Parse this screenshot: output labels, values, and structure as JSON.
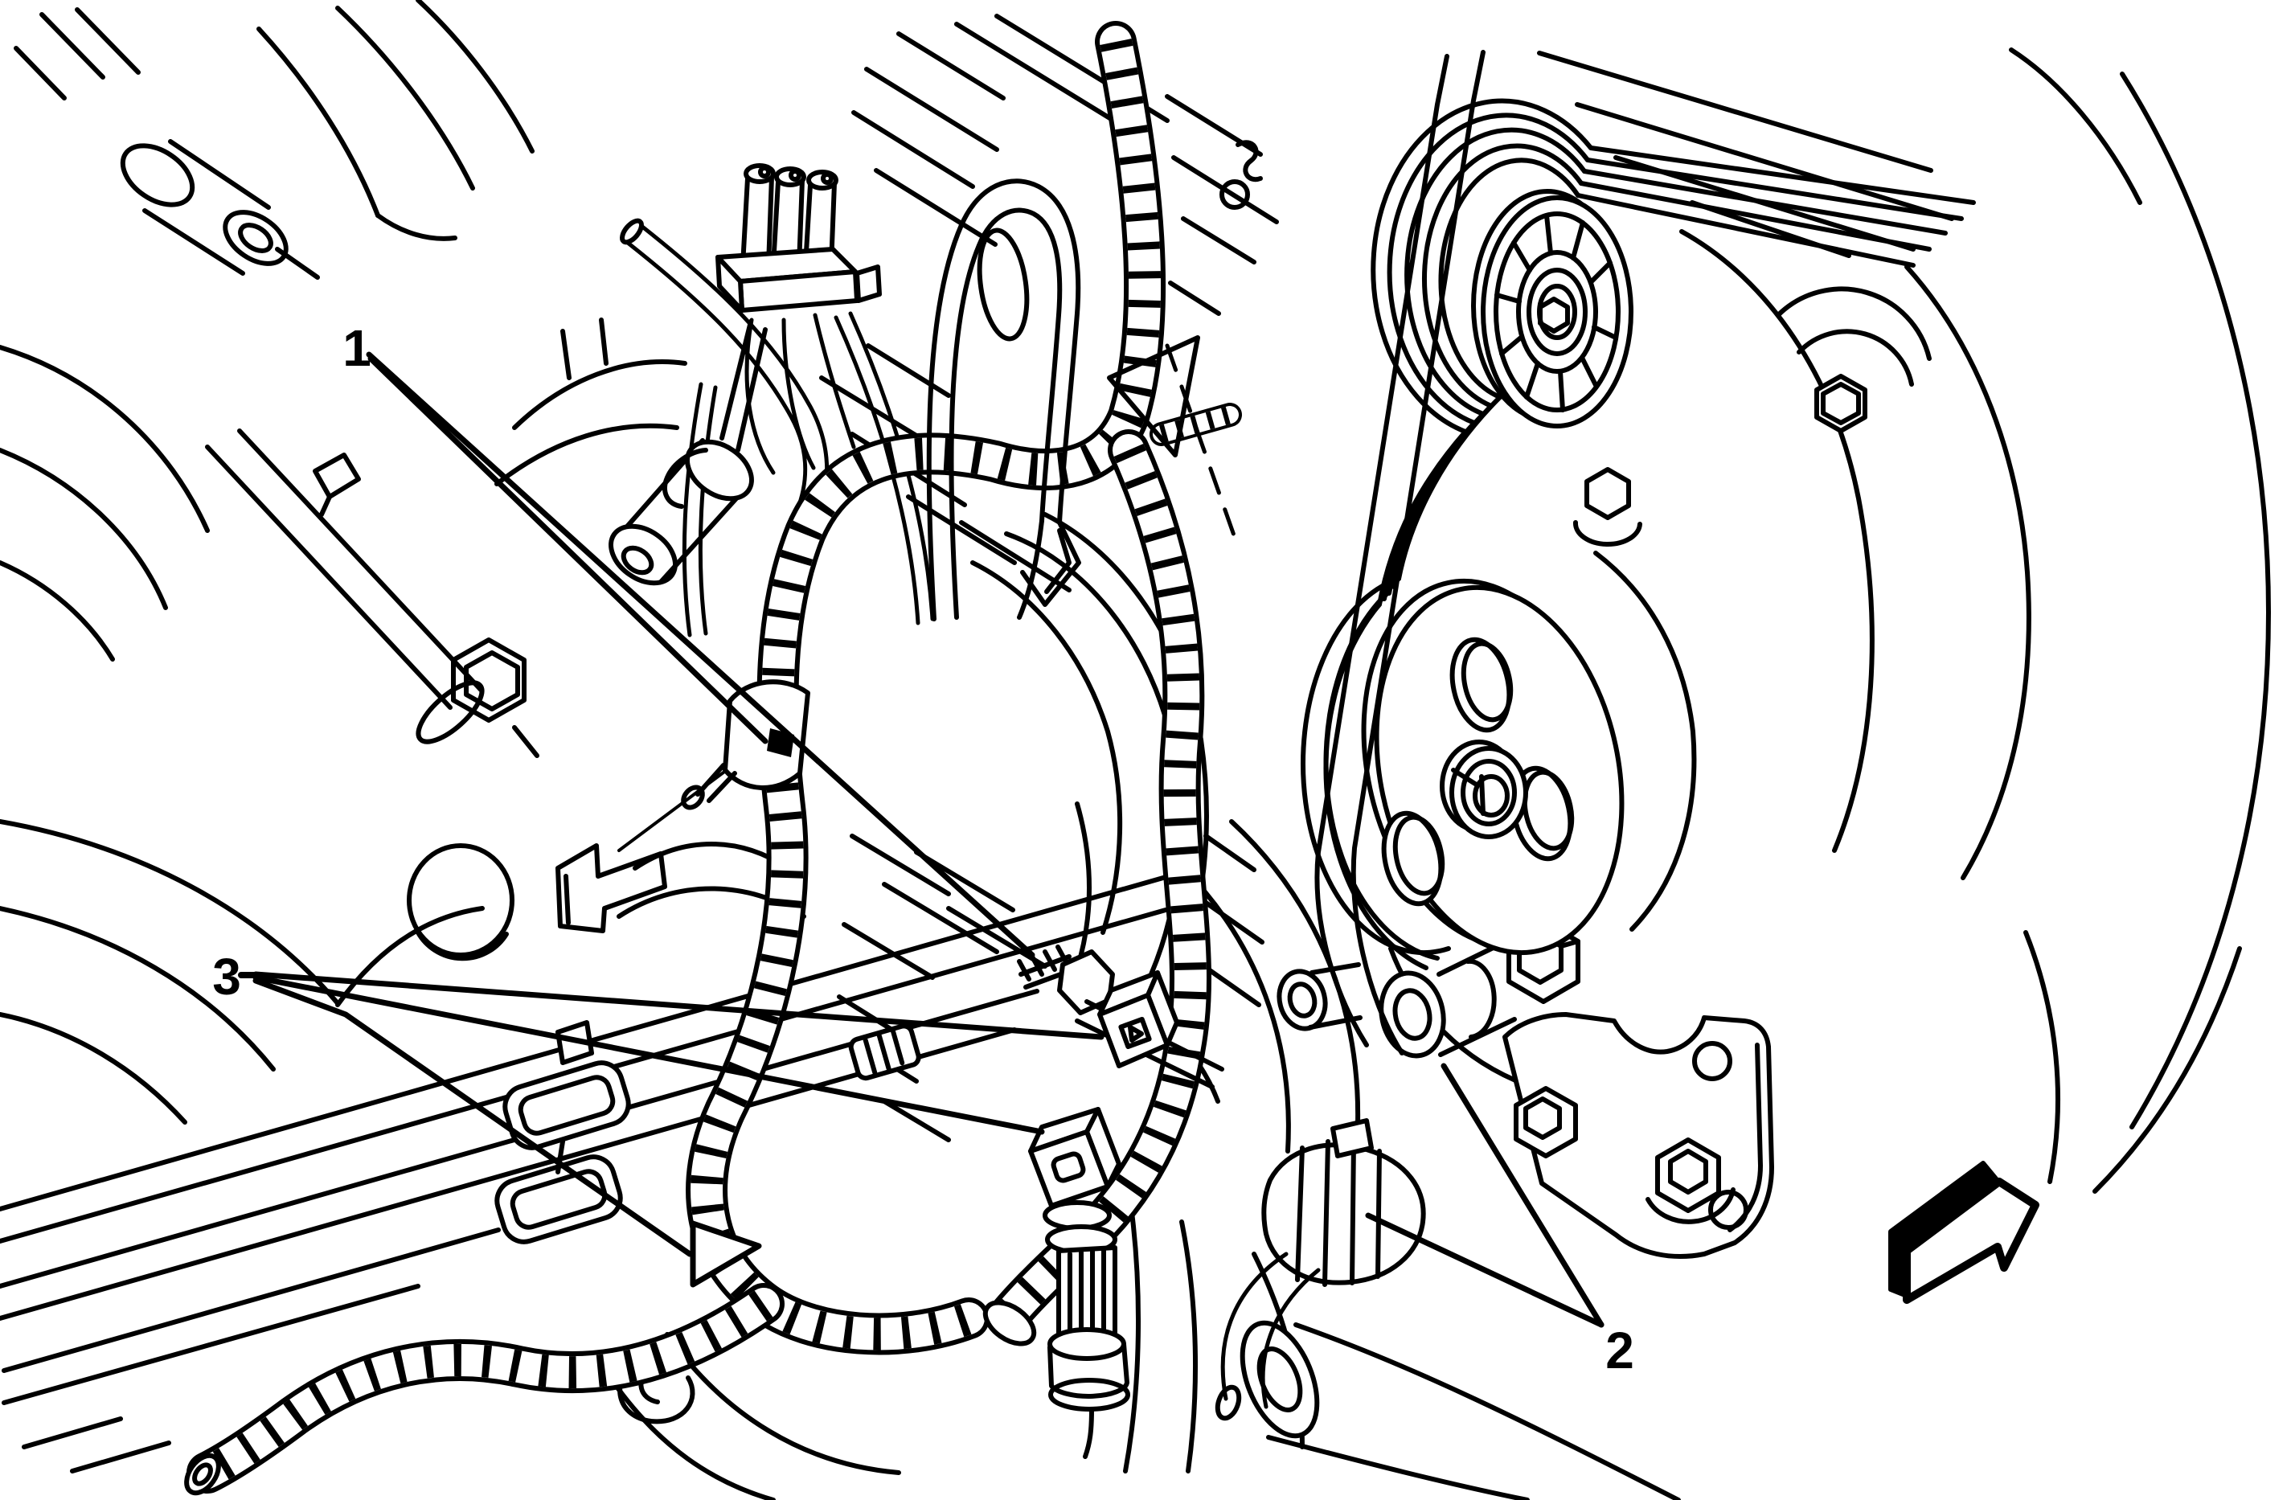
{
  "figure": {
    "type": "technical-line-illustration",
    "colors": {
      "background": "#ffffff",
      "line": "#000000"
    },
    "callouts": [
      {
        "label": "1"
      },
      {
        "label": "2"
      },
      {
        "label": "3"
      }
    ],
    "icons": [
      "direction-arrow-icon"
    ]
  }
}
